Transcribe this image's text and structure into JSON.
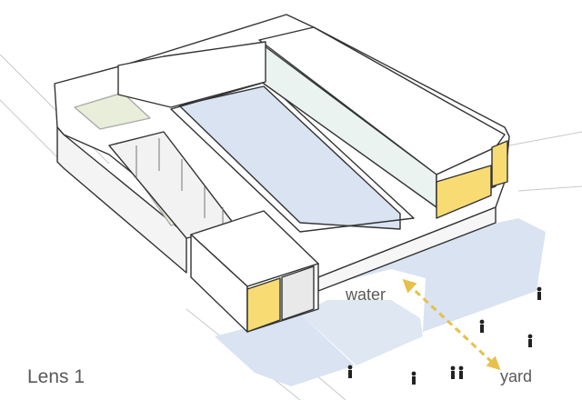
{
  "labels": {
    "lens": "Lens 1",
    "water": "water",
    "yard": "yard"
  },
  "colors": {
    "water_area": "#d9e3f2",
    "yard_area": "#d9e3f2",
    "yellow_panel": "#f8dc73",
    "green_roof": "#e8eed9",
    "glass": "#eaf3f0",
    "outline": "#333333",
    "arrow": "#e6c04a"
  },
  "icons": [
    "double-arrow-icon",
    "person-icon"
  ]
}
